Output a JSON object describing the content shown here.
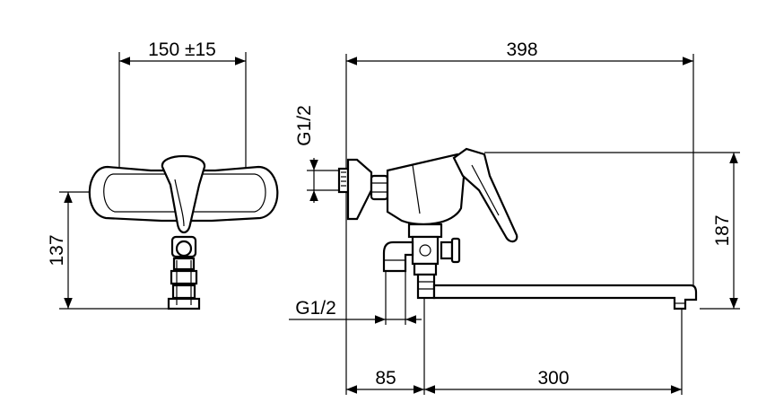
{
  "front_view": {
    "width_dimension": "150 ±15",
    "height_dimension": "137"
  },
  "side_view": {
    "overall_length": "398",
    "inlet_thread": "G1/2",
    "outlet_thread": "G1/2",
    "height_dimension": "187",
    "wall_to_outlet": "85",
    "spout_reach": "300"
  }
}
